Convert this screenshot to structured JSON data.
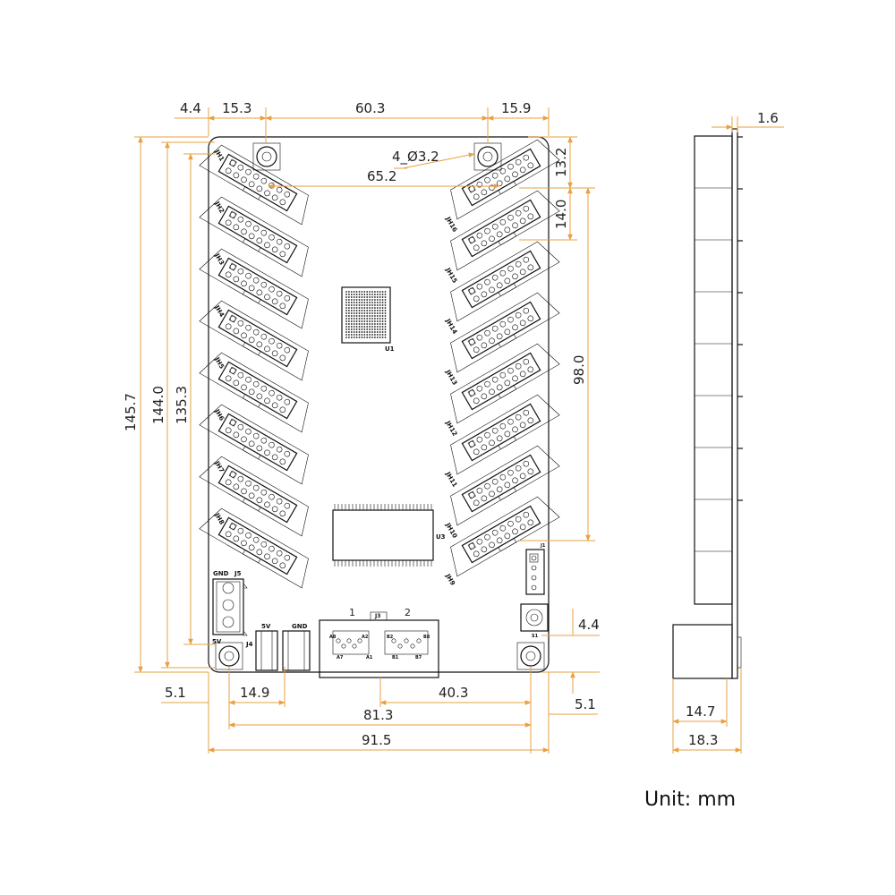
{
  "front_dimensions": {
    "top_edge_offset": "4.4",
    "top_left_hole_offset": "15.3",
    "top_hole_spacing": "60.3",
    "top_right_hole_offset": "15.9",
    "hole_callout": "4_Ø3.2",
    "connector_span": "65.2",
    "first_pitch": "13.2",
    "pitch": "14.0",
    "right_column_span": "98.0",
    "height_total": "145.7",
    "height_144": "144.0",
    "height_135": "135.3",
    "bottom_right_hole_offset": "4.4",
    "bottom_left_offset": "5.1",
    "power_spacing": "14.9",
    "bottom_40": "40.3",
    "bottom_81": "81.3",
    "bottom_right_offset": "5.1",
    "width_total": "91.5"
  },
  "side_dimensions": {
    "pcb_thickness": "1.6",
    "depth_connector": "14.7",
    "depth_total": "18.3"
  },
  "unit_label": "Unit: mm",
  "board_labels": {
    "left_headers": [
      "JH1",
      "JH2",
      "JH3",
      "JH4",
      "JH5",
      "JH6",
      "JH7",
      "JH8"
    ],
    "right_headers": [
      "JH16",
      "JH15",
      "JH14",
      "JH13",
      "JH12",
      "JH11",
      "JH10",
      "JH9"
    ],
    "gnd_top": "GND",
    "j5": "J5",
    "label_5v_left": "5V",
    "label_5v_jack": "5V",
    "label_gnd_jack": "GND",
    "j4": "J4",
    "u1": "U1",
    "u3": "U3",
    "port1": "1",
    "port2": "2",
    "j3": "J3",
    "a8": "A8",
    "a2": "A2",
    "a1": "A1",
    "a7": "A7",
    "b8": "B8",
    "b2": "B2",
    "b1": "B1",
    "b7": "B7",
    "right_small": "J1",
    "switch_label": "S1"
  },
  "colors": {
    "dimension": "#e8a040",
    "outline": "#111111"
  }
}
